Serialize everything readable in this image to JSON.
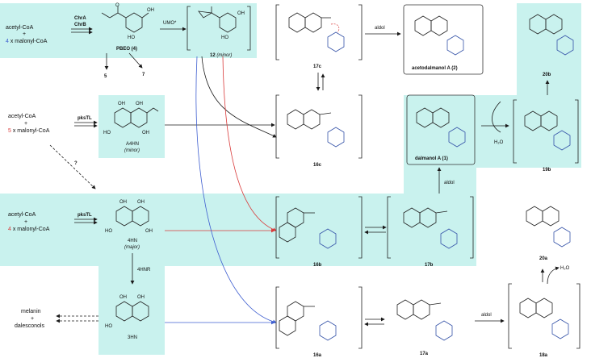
{
  "colors": {
    "highlight": "#c9f2ee",
    "black": "#1a1a1a",
    "blue": "#3f5fd0",
    "red": "#d93a3a",
    "mol_blue": "#3553a8"
  },
  "top": {
    "reactant1": "acetyl-CoA",
    "plus1": "+",
    "count1": "4",
    "malonyl1": " x malonyl-CoA",
    "enzyme1": "ChrA",
    "enzyme2": "ChrB",
    "pbeo": "PBEO (4)",
    "umo": "UMO*",
    "inter12_num": "12",
    "inter12_note": " (minor)",
    "out5": "5",
    "out7": "7"
  },
  "mid": {
    "reactant1": "acetyl-CoA",
    "plus1": "+",
    "count": "5",
    "malonyl": " x malonyl-CoA",
    "enzyme": "pksTL",
    "compound": "A4HN",
    "note": "(minor)",
    "question": "?"
  },
  "lower": {
    "reactant1": "acetyl-CoA",
    "plus1": "+",
    "count": "4",
    "malonyl": " x malonyl-CoA",
    "enzyme": "pksTL",
    "compound": "4HN",
    "note": "(major)",
    "reductase": "4HNR",
    "compound2": "3HN"
  },
  "melanin": {
    "line1": "melanin",
    "line2": "+",
    "line3": "dalesconols"
  },
  "labels": {
    "c17c": "17c",
    "c16c": "16c",
    "c16b": "16b",
    "c17b": "17b",
    "c16a": "16a",
    "c17a": "17a",
    "c18a": "18a",
    "c20a": "20a",
    "c19b": "19b",
    "c20b": "20b",
    "aceto": "acetodalmanol A (2)",
    "dalmanol": "dalmanol A (1)",
    "aldol1": "aldol",
    "aldol2": "aldol",
    "aldol3": "aldol",
    "h2o1": "H₂O",
    "h2o2": "H₂O"
  }
}
